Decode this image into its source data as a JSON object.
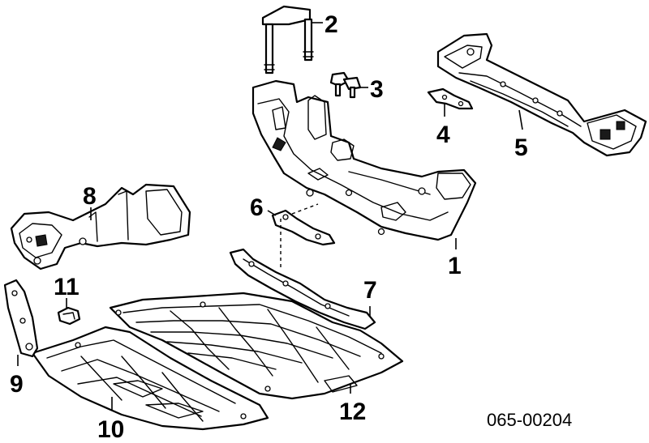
{
  "diagram": {
    "callouts": {
      "c1": "1",
      "c2": "2",
      "c3": "3",
      "c4": "4",
      "c5": "5",
      "c6": "6",
      "c7": "7",
      "c8": "8",
      "c9": "9",
      "c10": "10",
      "c11": "11",
      "c12": "12"
    },
    "reference_code": "065-00204"
  }
}
